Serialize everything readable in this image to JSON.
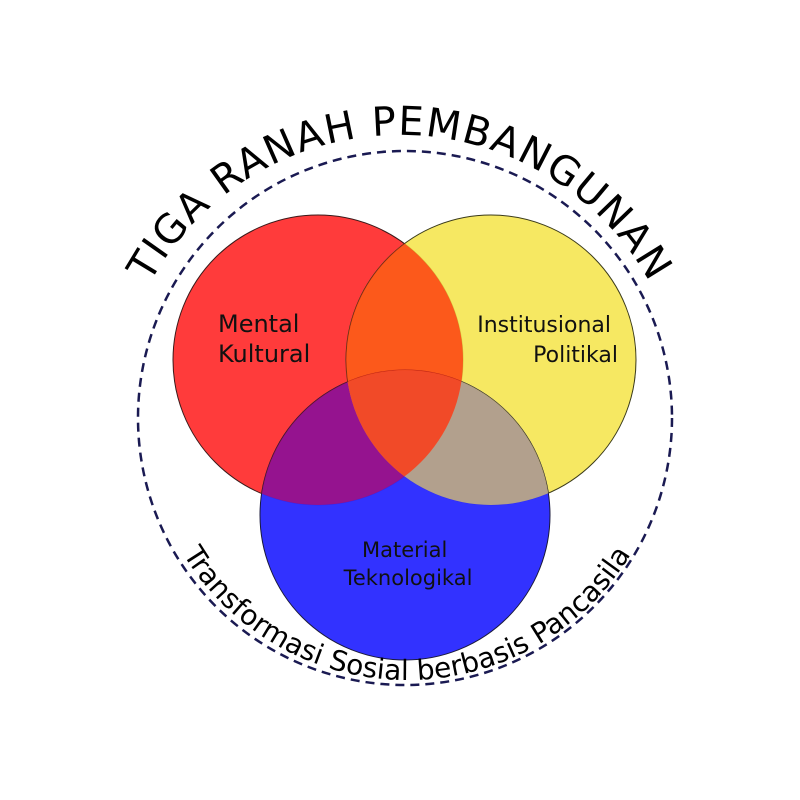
{
  "diagram": {
    "title": "TIGA RANAH PEMBANGUNAN",
    "subtitle": "Transformasi Sosial berbasis Pancasila",
    "circles": [
      {
        "id": "mental",
        "line1": "Mental",
        "line2": "Kultural",
        "color": "#ff2a2a"
      },
      {
        "id": "institusional",
        "line1": "Institusional",
        "line2": "Politikal",
        "color": "#f5e447"
      },
      {
        "id": "material",
        "line1": "Material",
        "line2": "Teknologikal",
        "color": "#2a2aff"
      }
    ],
    "colors": {
      "red": "#ff2a2a",
      "yellow": "#f5e447",
      "blue": "#2a2aff",
      "outer_dash": "#1a1a52",
      "text": "#000000"
    }
  }
}
